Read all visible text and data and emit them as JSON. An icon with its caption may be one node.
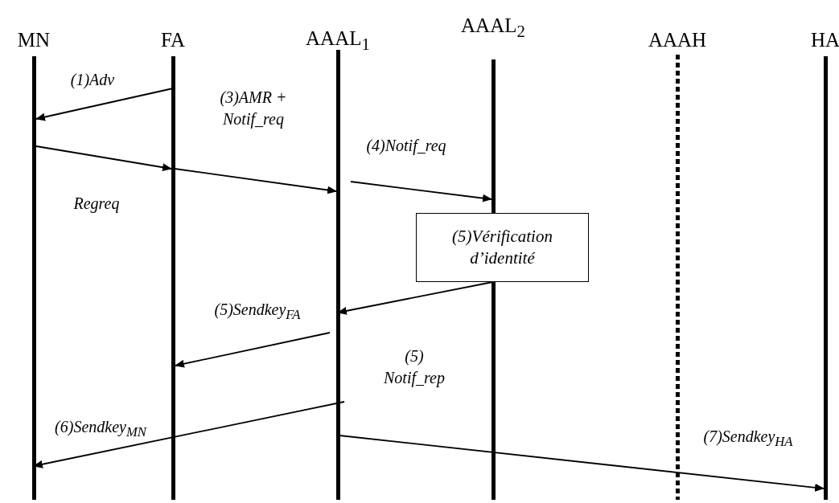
{
  "diagram": {
    "nodes": [
      {
        "text": [
          "MN"
        ]
      },
      {
        "text": [
          "FA"
        ]
      },
      {
        "text": [
          "AAAL$_{1}$"
        ]
      },
      {
        "text": [
          "AAAL$_{2}$"
        ]
      },
      {
        "text": [
          "AAAH"
        ]
      },
      {
        "text": [
          "HA"
        ]
      },
      {
        "text": [
          "(5)Vérification d’identité"
        ]
      }
    ],
    "edges": [
      {
        "from": 1,
        "to": 0,
        "arrow": "to",
        "label": "(1)Adv"
      },
      {
        "from": 0,
        "to": 1,
        "arrow": "to",
        "label": "Regreq"
      },
      {
        "from": 1,
        "to": 2,
        "arrow": "to",
        "label": "(3)AMR + Notif_req"
      },
      {
        "from": 2,
        "to": 3,
        "arrow": "to",
        "label": "(4)Notif_req"
      },
      {
        "from": 6,
        "to": 2,
        "arrow": "to",
        "label": "(5) Notif_rep"
      },
      {
        "from": 2,
        "to": 1,
        "arrow": "to",
        "label": "(5)Sendkey$_{FA}$"
      },
      {
        "from": 2,
        "to": 0,
        "arrow": "to",
        "label": "(6)Sendkey$_{MN}$"
      },
      {
        "from": 2,
        "to": 5,
        "arrow": "to",
        "label": "(7)Sendkey$_{HA}$"
      }
    ]
  }
}
